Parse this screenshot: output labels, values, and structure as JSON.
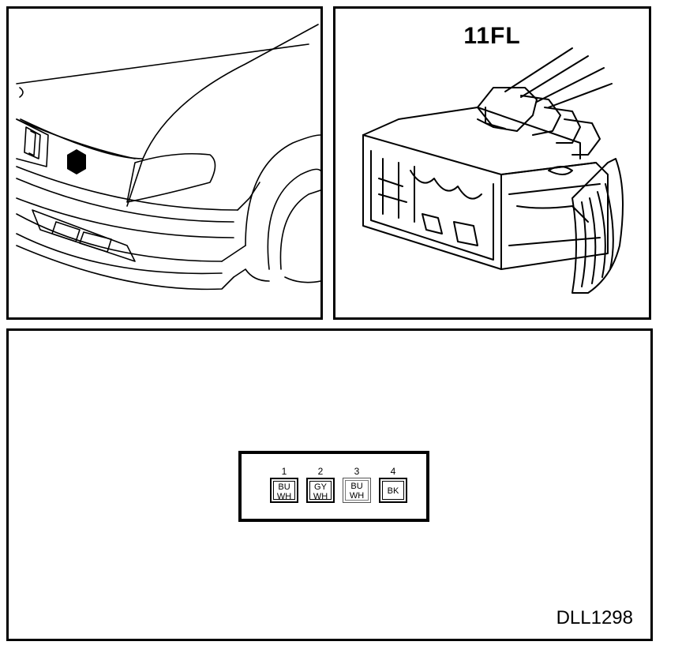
{
  "connector_label": "11FL",
  "reference_code": "DLL1298",
  "pins": [
    {
      "number": "1",
      "line1": "BU",
      "line2": "WH"
    },
    {
      "number": "2",
      "line1": "GY",
      "line2": "WH"
    },
    {
      "number": "3",
      "line1": "BU",
      "line2": "WH"
    },
    {
      "number": "4",
      "line1": "BK",
      "line2": ""
    }
  ]
}
